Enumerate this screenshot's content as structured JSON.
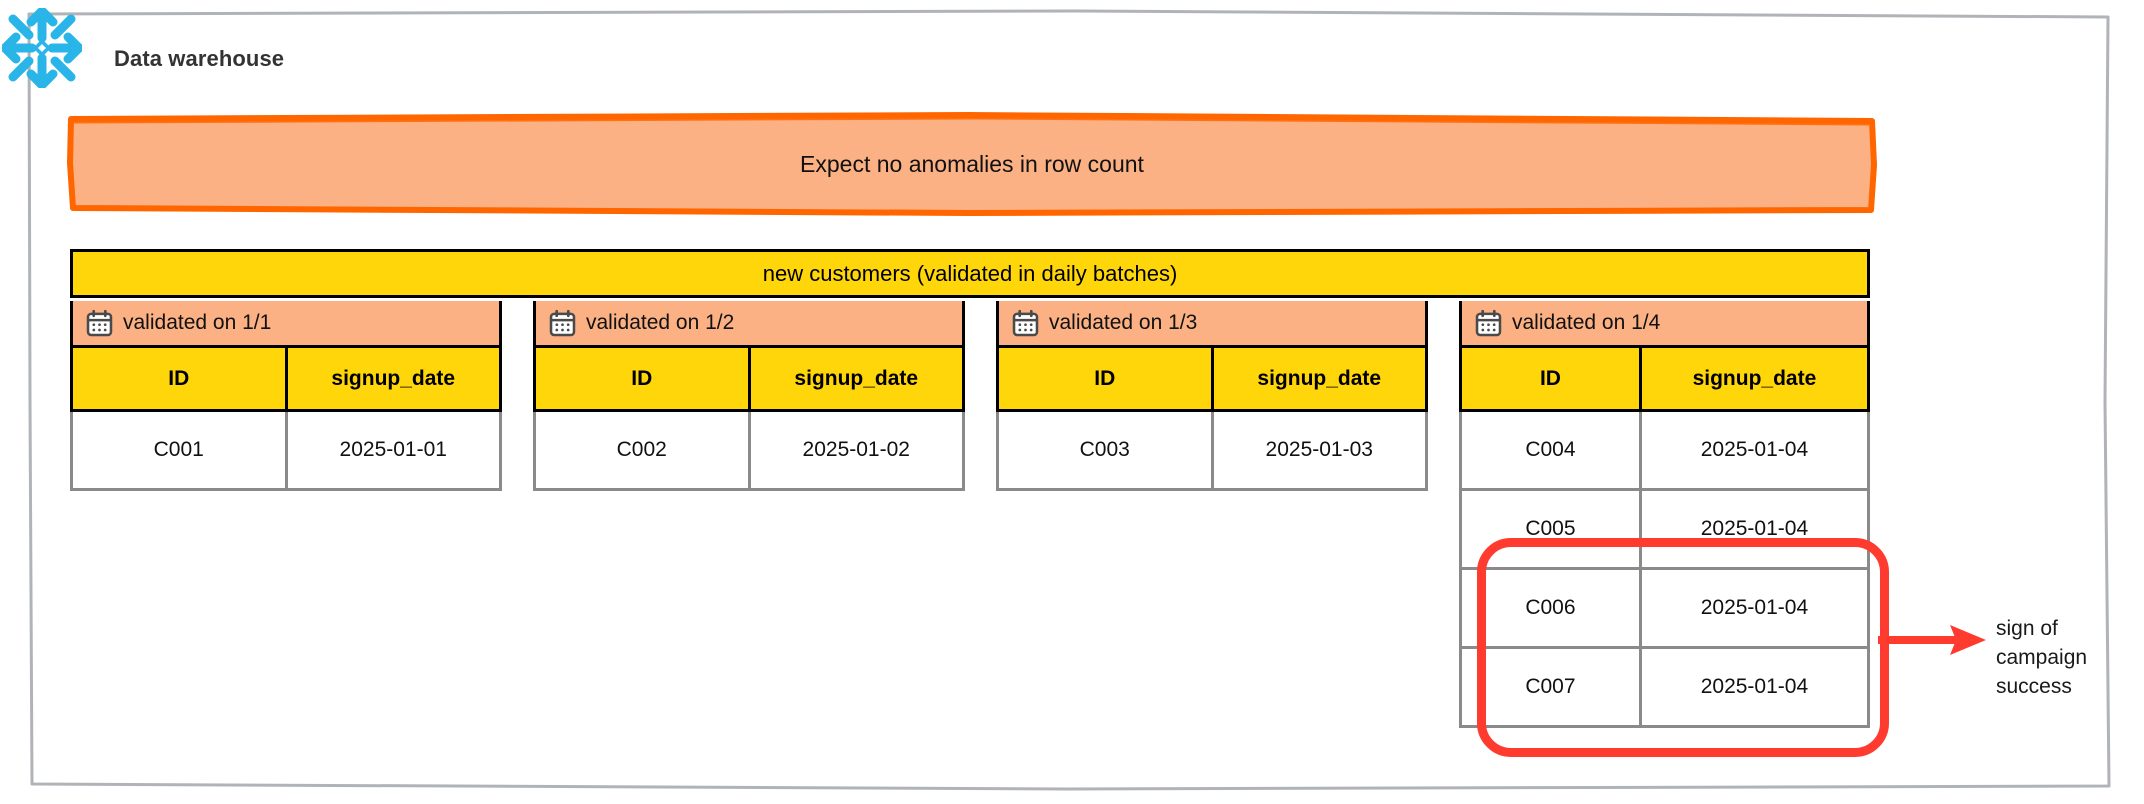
{
  "container": {
    "logo_name": "snowflake-logo",
    "logo_color": "#29B5E8",
    "title": "Data warehouse"
  },
  "banner": {
    "text": "Expect no anomalies in row count",
    "fill": "#FBB183",
    "stroke": "#FF6600"
  },
  "table": {
    "title": "new customers (validated in daily batches)",
    "title_fill": "#FFD60A",
    "header_fill": "#FFD60A",
    "batch_header_fill": "#FBB183",
    "columns": [
      "ID",
      "signup_date"
    ],
    "batches": [
      {
        "icon": "calendar-icon",
        "label": "validated on 1/1",
        "rows": [
          [
            "C001",
            "2025-01-01"
          ]
        ]
      },
      {
        "icon": "calendar-icon",
        "label": "validated on 1/2",
        "rows": [
          [
            "C002",
            "2025-01-02"
          ]
        ]
      },
      {
        "icon": "calendar-icon",
        "label": "validated on 1/3",
        "rows": [
          [
            "C003",
            "2025-01-03"
          ]
        ]
      },
      {
        "icon": "calendar-icon",
        "label": "validated on 1/4",
        "rows": [
          [
            "C004",
            "2025-01-04"
          ],
          [
            "C005",
            "2025-01-04"
          ],
          [
            "C006",
            "2025-01-04"
          ],
          [
            "C007",
            "2025-01-04"
          ]
        ]
      }
    ]
  },
  "annotation": {
    "highlight_color": "#FF3B30",
    "arrow_color": "#FF3B30",
    "line1": "sign of",
    "line2": "campaign",
    "line3": "success"
  }
}
